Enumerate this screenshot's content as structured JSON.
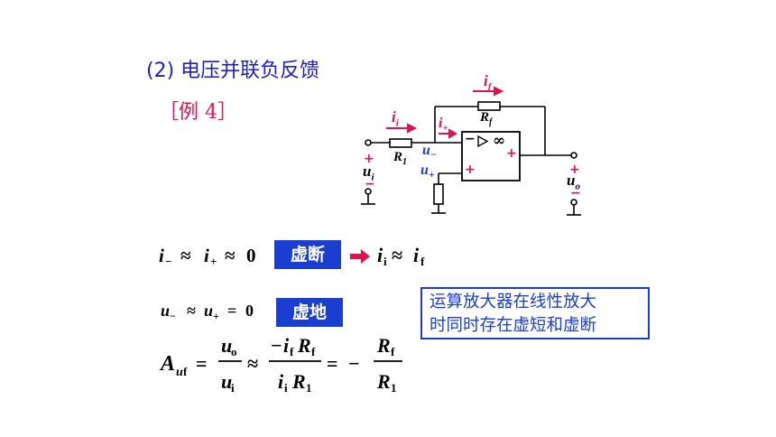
{
  "title": "(2) 电压并联负反馈",
  "example_label": "［例 4］",
  "circuit": {
    "i_i": "i",
    "i_i_sub": "i",
    "i_f": "i",
    "i_f_sub": "f",
    "i_plus": "i",
    "i_plus_sub": "+",
    "R1": "R",
    "R1_sub": "1",
    "Rf": "R",
    "Rf_sub": "f",
    "u_minus": "u",
    "u_minus_sub": "−",
    "u_plus": "u",
    "u_plus_sub": "+",
    "u_i": "u",
    "u_i_sub": "i",
    "u_o": "u",
    "u_o_sub": "o",
    "infinity": "∞",
    "plus": "+",
    "minus": "−",
    "opamp_minus": "−",
    "opamp_plus": "+",
    "opamp_out_plus": "+"
  },
  "badges": {
    "virtual_open": "虚断",
    "virtual_ground": "虚地"
  },
  "note": {
    "line1": "运算放大器在线性放大",
    "line2": "时同时存在虚短和虚断"
  },
  "colors": {
    "title": "#1f1fbf",
    "red": "#e0134d",
    "badge_bg": "#1a3fd0",
    "arrow": "#e0134d"
  }
}
